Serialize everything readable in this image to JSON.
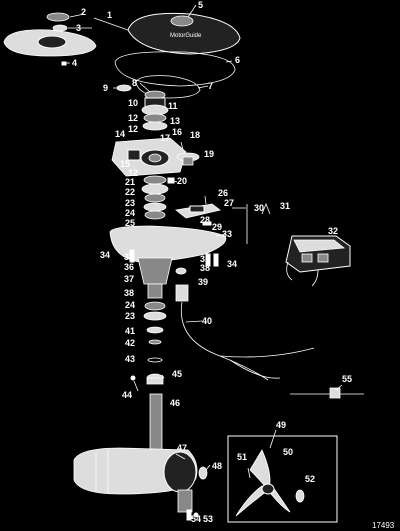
{
  "diagram": {
    "drawing_number": "17493",
    "brand_text": "MotorGuide",
    "part_labels": [
      "1",
      "2",
      "3",
      "4",
      "5",
      "6",
      "7",
      "8",
      "9",
      "10",
      "11",
      "12",
      "13",
      "14",
      "15",
      "16",
      "17",
      "18",
      "19",
      "20",
      "21",
      "22",
      "23",
      "24",
      "25",
      "26",
      "27",
      "28",
      "29",
      "30",
      "31",
      "32",
      "33",
      "34",
      "35",
      "36",
      "37",
      "38",
      "39",
      "40",
      "41",
      "42",
      "43",
      "44",
      "45",
      "46",
      "47",
      "48",
      "49",
      "50",
      "51",
      "52",
      "53",
      "54",
      "55"
    ]
  }
}
